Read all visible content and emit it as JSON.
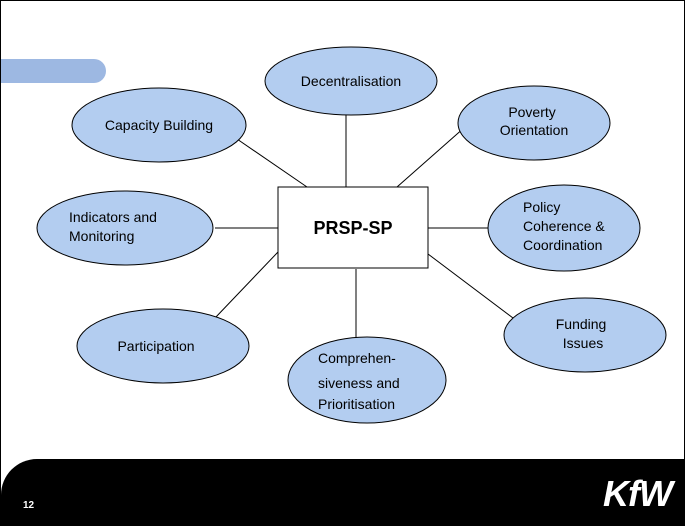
{
  "diagram": {
    "center_label": "PRSP-SP",
    "nodes": [
      {
        "id": "decentralisation",
        "lines": [
          "Decentralisation"
        ]
      },
      {
        "id": "capacity-building",
        "lines": [
          "Capacity Building"
        ]
      },
      {
        "id": "poverty-orientation",
        "lines": [
          "Poverty",
          "Orientation"
        ]
      },
      {
        "id": "indicators-monitoring",
        "lines": [
          "Indicators and",
          "Monitoring"
        ]
      },
      {
        "id": "policy-coherence",
        "lines": [
          "Policy",
          "Coherence &",
          "Coordination"
        ]
      },
      {
        "id": "participation",
        "lines": [
          "Participation"
        ]
      },
      {
        "id": "comprehensiveness",
        "lines": [
          "Comprehen-",
          "siveness and",
          "Prioritisation"
        ]
      },
      {
        "id": "funding-issues",
        "lines": [
          "Funding",
          "Issues"
        ]
      }
    ]
  },
  "colors": {
    "node_fill": "#b3cdf0",
    "node_stroke": "#000000",
    "accent": "#9db8e2",
    "footer": "#000000"
  },
  "footer": {
    "page_number": "12",
    "logo": "KfW"
  }
}
